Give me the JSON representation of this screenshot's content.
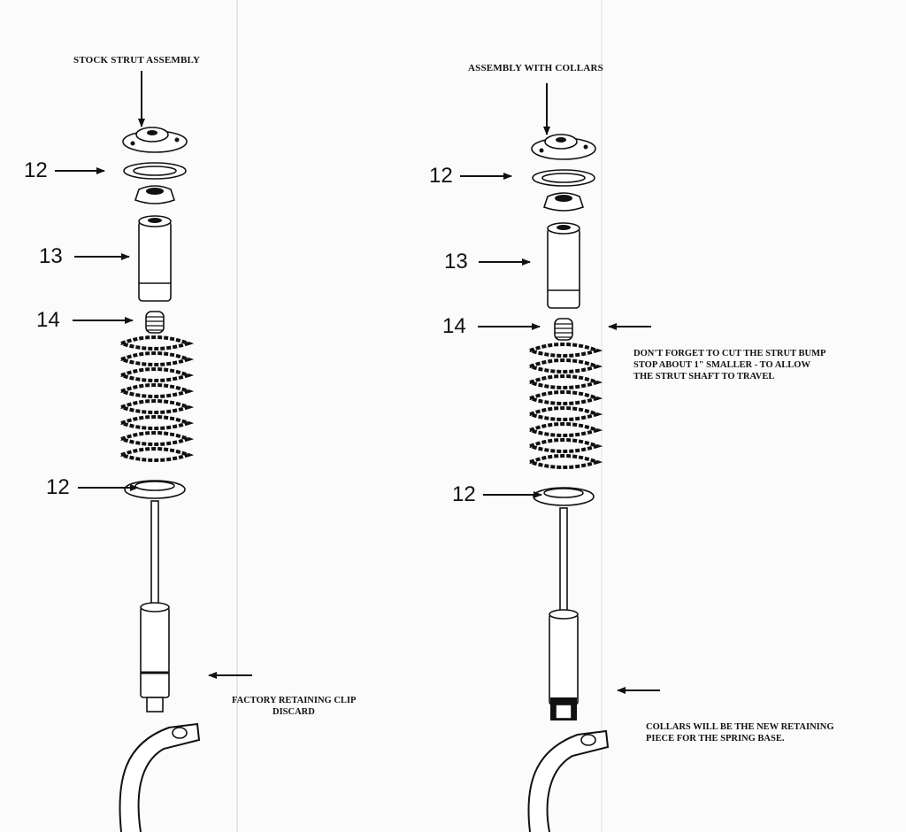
{
  "left": {
    "title": "STOCK STRUT ASSEMBLY",
    "labels": {
      "top_seat": "12",
      "boot": "13",
      "bump_stop": "14",
      "bottom_seat": "12"
    },
    "note_line1": "FACTORY RETAINING CLIP",
    "note_line2": "DISCARD"
  },
  "right": {
    "title": "ASSEMBLY WITH COLLARS",
    "labels": {
      "top_seat": "12",
      "boot": "13",
      "bump_stop": "14",
      "bottom_seat": "12"
    },
    "bump_note_line1": "DON'T FORGET TO CUT THE STRUT BUMP",
    "bump_note_line2": "STOP ABOUT 1\" SMALLER - TO ALLOW",
    "bump_note_line3": "THE STRUT SHAFT TO TRAVEL",
    "collar_note_line1": "COLLARS WILL BE THE NEW RETAINING",
    "collar_note_line2": "PIECE FOR THE SPRING BASE."
  },
  "colors": {
    "ink": "#111111",
    "paper": "#fbfbfb"
  }
}
